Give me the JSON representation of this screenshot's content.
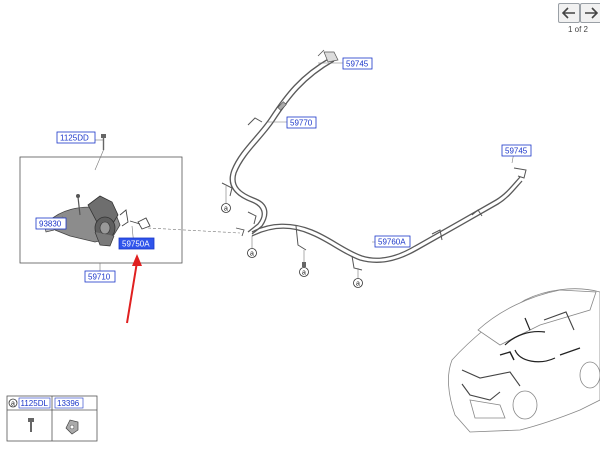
{
  "nav": {
    "prev_icon": "arrow-left-icon",
    "next_icon": "arrow-right-icon",
    "page_indicator": "1 of 2"
  },
  "callouts": {
    "c1125DD": "1125DD",
    "c93830": "93830",
    "c59750A": "59750A",
    "c59710": "59710",
    "c59745_top": "59745",
    "c59770": "59770",
    "c59745_right": "59745",
    "c59760A": "59760A"
  },
  "ref_markers": {
    "a": "a"
  },
  "legend": {
    "ref": "a",
    "part1": "1125DL",
    "part2": "13396"
  },
  "colors": {
    "callout_text": "#1a35c9",
    "highlight": "#2f54eb",
    "pointer_arrow": "#e02020"
  }
}
